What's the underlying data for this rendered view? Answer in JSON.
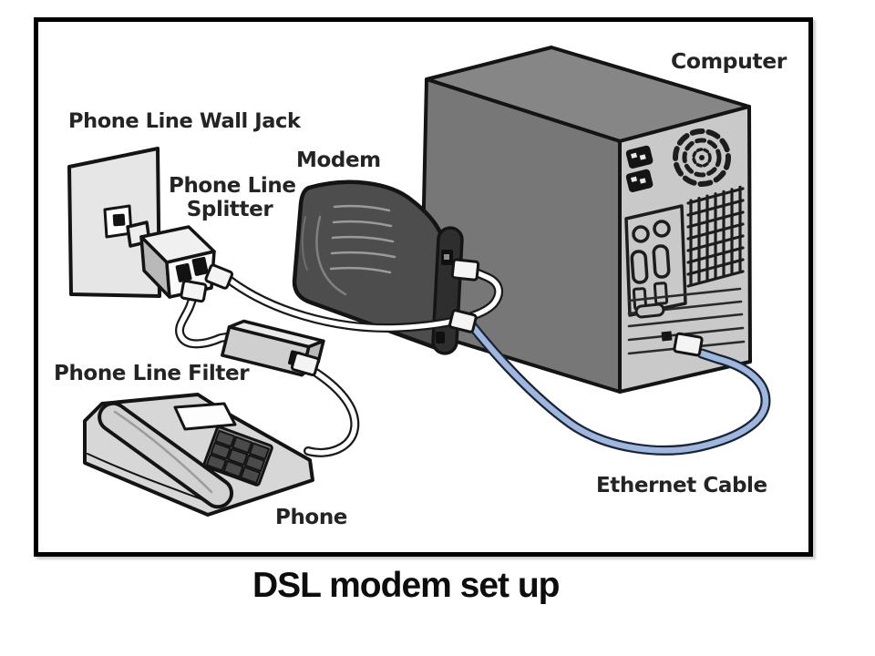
{
  "title": "DSL modem set up",
  "labels": {
    "wall_jack": "Phone Line Wall Jack",
    "splitter_line1": "Phone Line",
    "splitter_line2": "Splitter",
    "modem": "Modem",
    "computer": "Computer",
    "filter": "Phone Line Filter",
    "phone": "Phone",
    "ethernet": "Ethernet Cable"
  },
  "colors": {
    "ethernet_cable": "#9fb6dd",
    "phone_cable": "#ffffff",
    "modem_body": "#4d4d4d",
    "computer_front": "#777777",
    "computer_top": "#868686",
    "computer_back_panel": "#c9c9c9",
    "device_gray": "#d7d7d7",
    "outline": "#141414",
    "frame_border": "#000000",
    "label_text": "#242424"
  }
}
